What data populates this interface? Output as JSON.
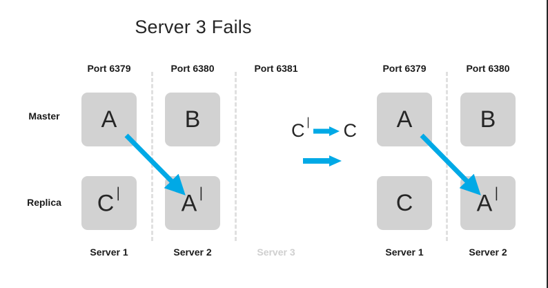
{
  "slide": {
    "title": "Server 3 Fails",
    "accent_color": "#00A9E6",
    "box_color": "#D2D2D2",
    "text_color": "#262626",
    "dim_color": "#CFCFCF",
    "divider_color": "#E0E0E0"
  },
  "row_labels": [
    {
      "name": "master",
      "label": "Master"
    },
    {
      "name": "replica",
      "label": "Replica"
    }
  ],
  "left_cluster": {
    "columns": [
      {
        "port": "Port 6379",
        "server": "Server 1",
        "failed": false,
        "master": {
          "letter": "A",
          "prime": false
        },
        "replica": {
          "letter": "C",
          "prime": true
        }
      },
      {
        "port": "Port 6380",
        "server": "Server 2",
        "failed": false,
        "master": {
          "letter": "B",
          "prime": false
        },
        "replica": {
          "letter": "A",
          "prime": true
        }
      },
      {
        "port": "Port 6381",
        "server": "Server 3",
        "failed": true,
        "master": null,
        "replica": null
      }
    ]
  },
  "right_cluster": {
    "columns": [
      {
        "port": "Port 6379",
        "server": "Server 1",
        "failed": false,
        "master": {
          "letter": "A",
          "prime": false
        },
        "replica": {
          "letter": "C",
          "prime": false
        }
      },
      {
        "port": "Port 6380",
        "server": "Server 2",
        "failed": false,
        "master": {
          "letter": "B",
          "prime": false
        },
        "replica": {
          "letter": "A",
          "prime": true
        }
      }
    ]
  },
  "legend": {
    "promotion": {
      "from_letter": "C",
      "from_prime": true,
      "arrow": "right-arrow-icon",
      "to_letter": "C",
      "to_prime": false
    },
    "transition_arrow": "right-arrow-icon"
  },
  "replication_arrows": [
    {
      "name": "replication-arrow-left",
      "from": "A (Port 6379)",
      "to": "A' (Port 6380)"
    },
    {
      "name": "replication-arrow-right",
      "from": "A (Port 6379)",
      "to": "A' (Port 6380)"
    }
  ]
}
